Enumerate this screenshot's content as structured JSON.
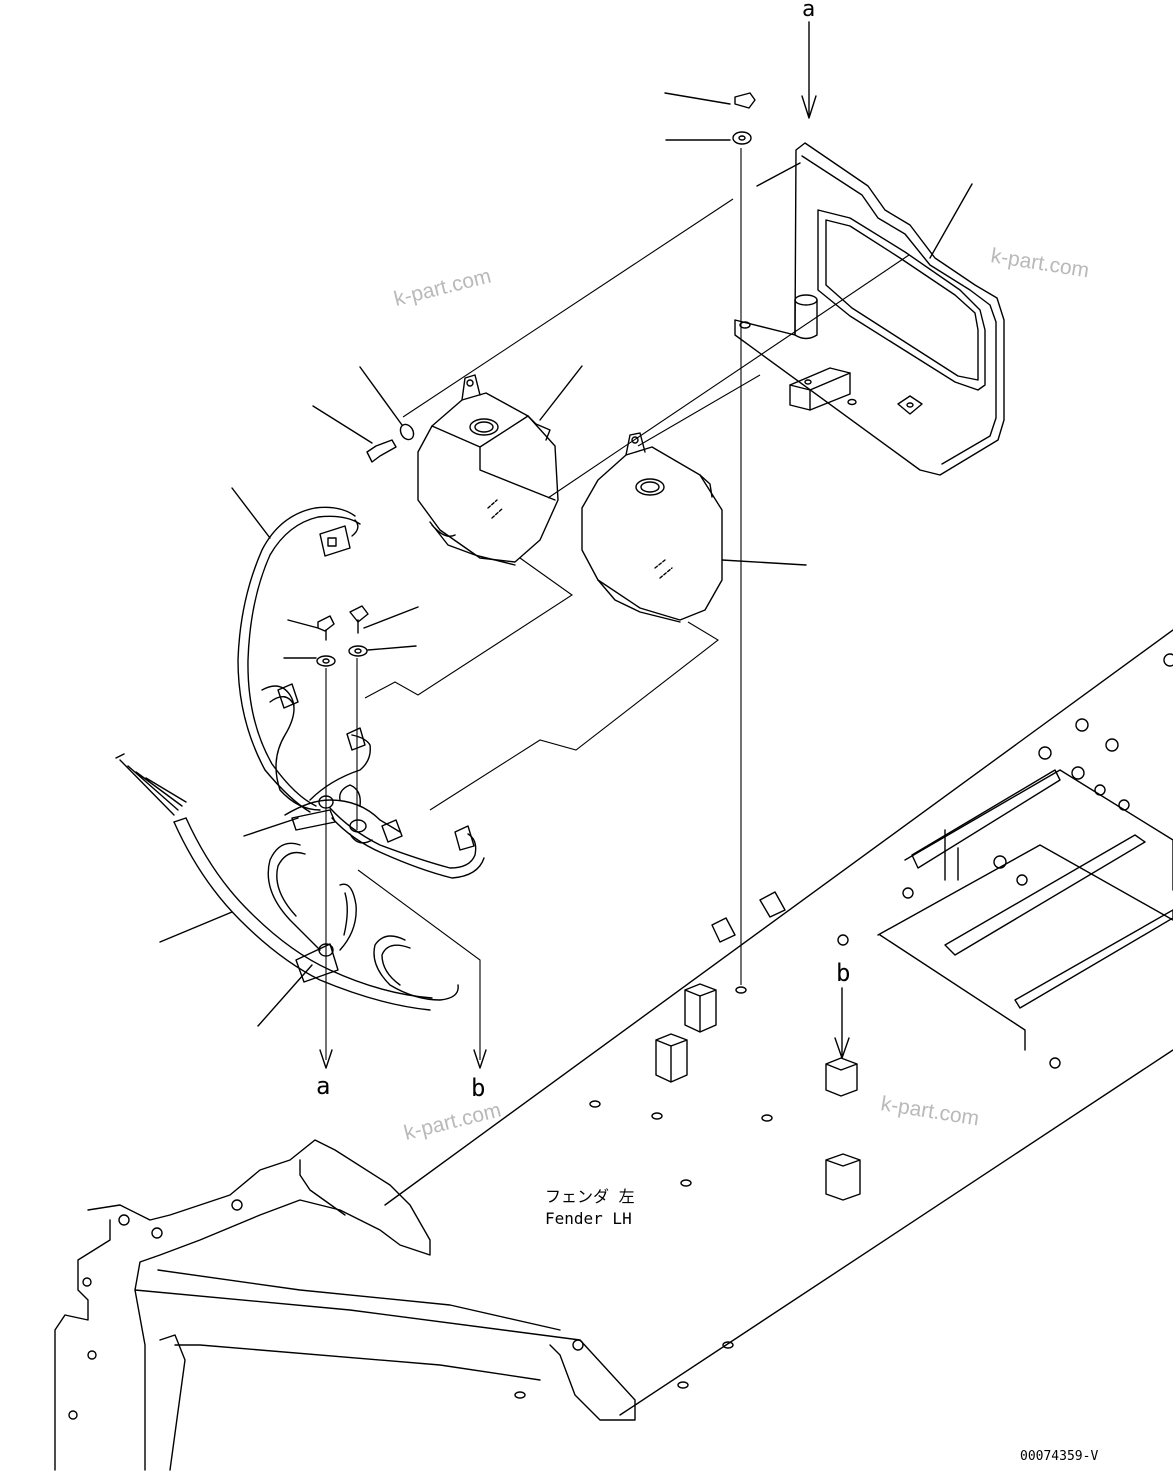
{
  "diagram": {
    "ref_labels": {
      "a_top": "a",
      "a_bottom": "a",
      "b_bottom": "b",
      "b_right": "b"
    },
    "fender_label_jp": "フェンダ 左",
    "fender_label_en": "Fender LH",
    "drawing_number": "00074359-V",
    "watermark": "k-part.com"
  }
}
